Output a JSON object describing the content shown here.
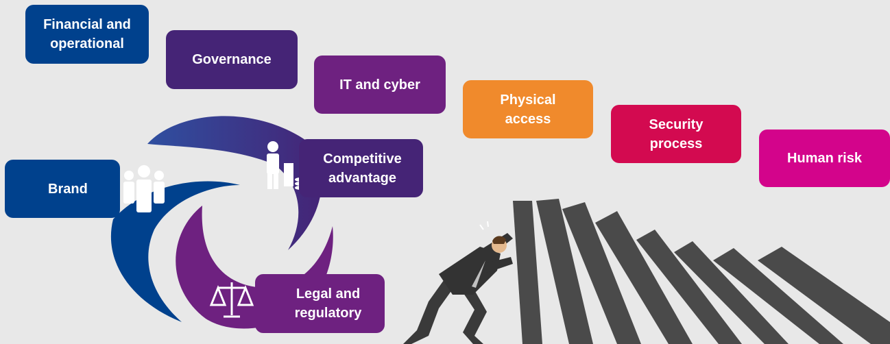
{
  "risk_cascade": [
    {
      "label": "Financial and\noperational",
      "color": "#00418d"
    },
    {
      "label": "Governance",
      "color": "#452476"
    },
    {
      "label": "IT and cyber",
      "color": "#6e2180"
    },
    {
      "label": "Physical\naccess",
      "color": "#f08a2c"
    },
    {
      "label": "Security\nprocess",
      "color": "#d30a50"
    },
    {
      "label": "Human risk",
      "color": "#d3048b"
    }
  ],
  "impact_cycle": {
    "brand": {
      "label": "Brand",
      "color": "#00418d",
      "icon": "business-team-icon"
    },
    "competitive": {
      "label": "Competitive\nadvantage",
      "color": "#452476",
      "icon": "businessman-coins-icon"
    },
    "legal": {
      "label": "Legal and\nregulatory",
      "color": "#6e2180",
      "icon": "scales-of-justice-icon"
    }
  },
  "illustration": {
    "icon": "man-holding-dominoes-icon",
    "domino_color": "#4a4a4a"
  }
}
